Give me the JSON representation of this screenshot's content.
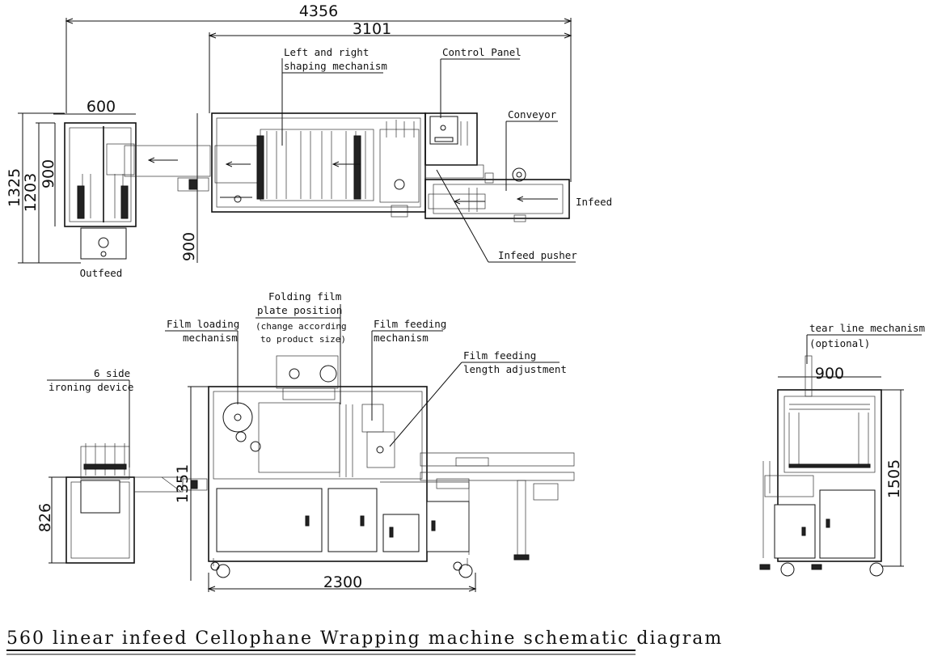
{
  "title": "560 linear infeed Cellophane Wrapping machine schematic diagram",
  "dimensions": {
    "overall_length": "4356",
    "main_length": "3101",
    "outfeed_width": "600",
    "total_height_top": "1325",
    "outfeed_depth": "1203",
    "outfeed_inner": "900",
    "main_depth": "900",
    "front_length": "2300",
    "front_height": "1351",
    "ironing_height": "826",
    "side_width": "900",
    "side_height": "1505"
  },
  "labels": {
    "left_right_shaping_1": "Left and right",
    "left_right_shaping_2": "shaping mechanism",
    "control_panel": "Control Panel",
    "conveyor": "Conveyor",
    "infeed": "Infeed",
    "infeed_pusher": "Infeed pusher",
    "outfeed": "Outfeed",
    "folding_film_1": "Folding film",
    "folding_film_2": "plate position",
    "folding_film_3": "(change according",
    "folding_film_4": "to product size)",
    "film_loading_1": "Film loading",
    "film_loading_2": "mechanism",
    "film_feeding_1": "Film feeding",
    "film_feeding_2": "mechanism",
    "film_feeding_len_1": "Film feeding",
    "film_feeding_len_2": "length adjustment",
    "six_side_1": "6 side",
    "six_side_2": "ironing device",
    "tear_line_1": "tear line mechanism",
    "tear_line_2": "(optional)"
  }
}
